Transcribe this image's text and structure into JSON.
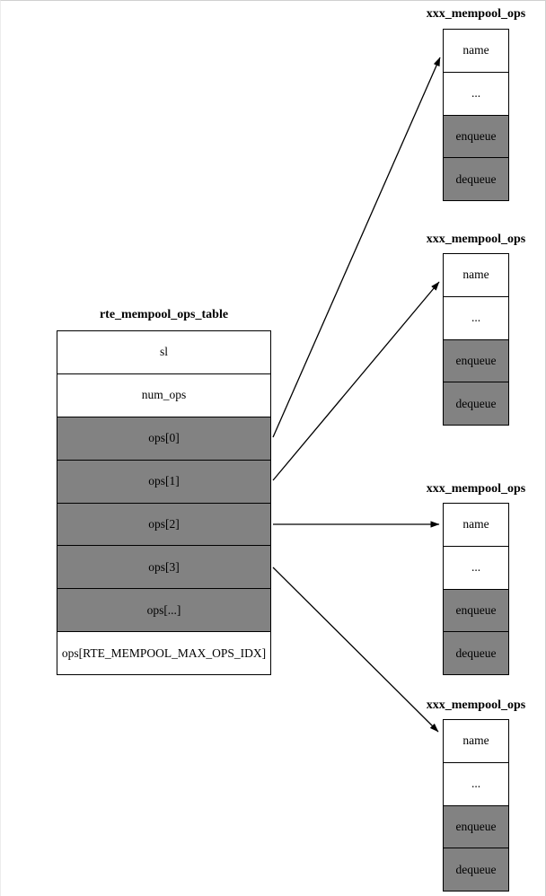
{
  "diagram": {
    "main_table": {
      "title": "rte_mempool_ops_table",
      "rows": [
        {
          "label": "sl",
          "shaded": false
        },
        {
          "label": "num_ops",
          "shaded": false
        },
        {
          "label": "ops[0]",
          "shaded": true
        },
        {
          "label": "ops[1]",
          "shaded": true
        },
        {
          "label": "ops[2]",
          "shaded": true
        },
        {
          "label": "ops[3]",
          "shaded": true
        },
        {
          "label": "ops[...]",
          "shaded": true
        },
        {
          "label": "ops[RTE_MEMPOOL_MAX_OPS_IDX]",
          "shaded": false
        }
      ]
    },
    "ops_tables": [
      {
        "title": "xxx_mempool_ops",
        "rows": [
          {
            "label": "name",
            "shaded": false
          },
          {
            "label": "...",
            "shaded": false
          },
          {
            "label": "enqueue",
            "shaded": true
          },
          {
            "label": "dequeue",
            "shaded": true
          }
        ]
      },
      {
        "title": "xxx_mempool_ops",
        "rows": [
          {
            "label": "name",
            "shaded": false
          },
          {
            "label": "...",
            "shaded": false
          },
          {
            "label": "enqueue",
            "shaded": true
          },
          {
            "label": "dequeue",
            "shaded": true
          }
        ]
      },
      {
        "title": "xxx_mempool_ops",
        "rows": [
          {
            "label": "name",
            "shaded": false
          },
          {
            "label": "...",
            "shaded": false
          },
          {
            "label": "enqueue",
            "shaded": true
          },
          {
            "label": "dequeue",
            "shaded": true
          }
        ]
      },
      {
        "title": "xxx_mempool_ops",
        "rows": [
          {
            "label": "name",
            "shaded": false
          },
          {
            "label": "...",
            "shaded": false
          },
          {
            "label": "enqueue",
            "shaded": true
          },
          {
            "label": "dequeue",
            "shaded": true
          }
        ]
      }
    ],
    "edges": [
      {
        "from": "ops[0]",
        "to": "xxx_mempool_ops (top)"
      },
      {
        "from": "ops[1]",
        "to": "xxx_mempool_ops (second)"
      },
      {
        "from": "ops[2]",
        "to": "xxx_mempool_ops (third)"
      },
      {
        "from": "ops[3]",
        "to": "xxx_mempool_ops (bottom)"
      }
    ],
    "colors": {
      "shaded_fill": "#828282",
      "border": "#000000",
      "background": "#ffffff",
      "frame": "#d0d0d0"
    }
  }
}
